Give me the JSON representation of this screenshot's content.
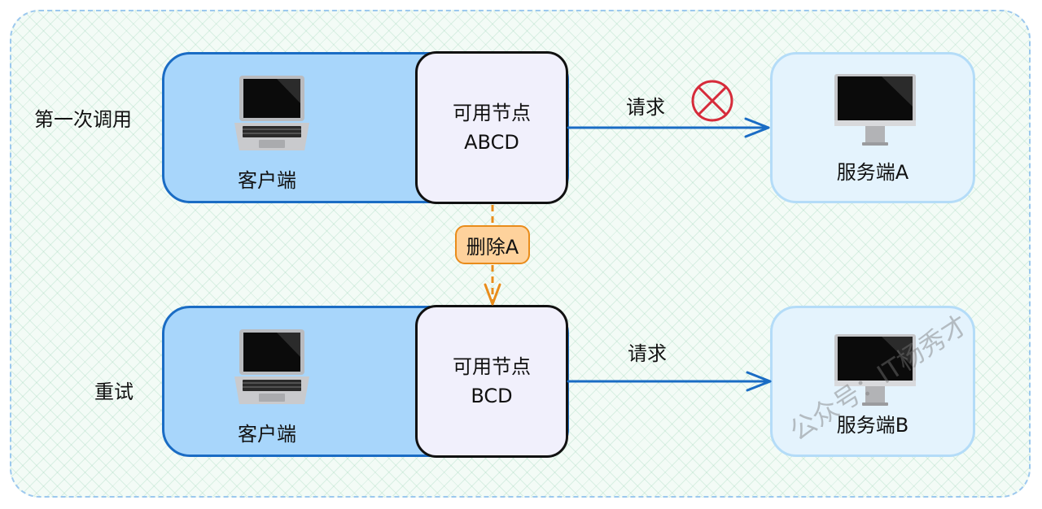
{
  "rows": [
    {
      "row_label": "第一次调用",
      "client_label": "客户端",
      "nodes_title": "可用节点",
      "nodes_list": "ABCD",
      "request_label": "请求",
      "server_label": "服务端A",
      "request_failed": true
    },
    {
      "row_label": "重试",
      "client_label": "客户端",
      "nodes_title": "可用节点",
      "nodes_list": "BCD",
      "request_label": "请求",
      "server_label": "服务端B",
      "request_failed": false
    }
  ],
  "transition_label": "删除A",
  "watermark": "公众号：IT杨秀才",
  "icons": {
    "client": "laptop-icon",
    "server": "desktop-monitor-icon",
    "failure": "red-cross-circle-icon"
  },
  "colors": {
    "client_fill": "#a8d6fb",
    "client_border": "#1a6cc4",
    "server_fill": "#e4f3fd",
    "arrow": "#1a6cc4",
    "transition": "#e98c1b",
    "failure": "#d62b3a"
  }
}
